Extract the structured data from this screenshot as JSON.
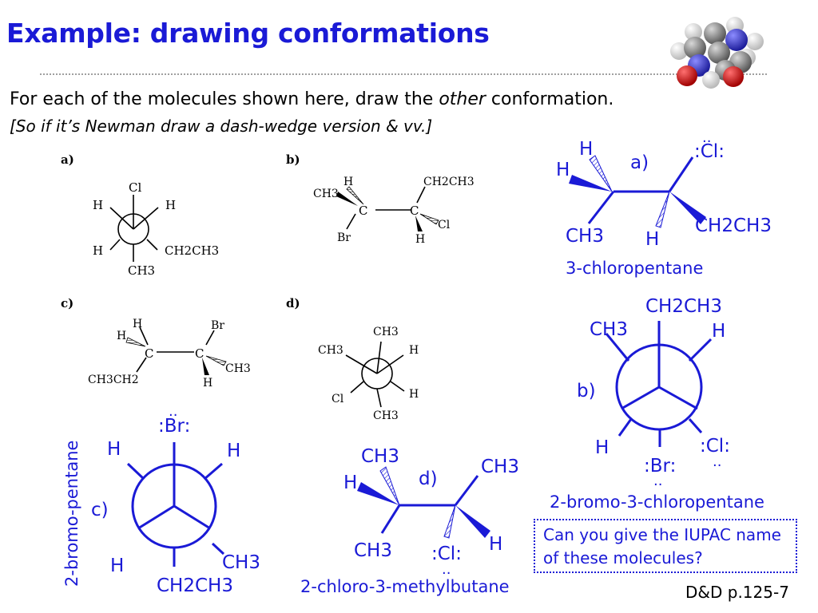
{
  "slide": {
    "title": "Example: drawing conformations",
    "instruction_line1_pre": "For each of the molecules shown here, draw the ",
    "instruction_line1_em": "other",
    "instruction_line1_post": " conformation.",
    "instruction_line2": "[So if it’s Newman draw a dash-wedge version & vv.]",
    "question": "Can you give the IUPAC name of these molecules?",
    "reference": "D&D p.125-7",
    "colors": {
      "title": "#1a1ad6",
      "answers": "#1a1ad6",
      "text": "#000000",
      "rule": "#a0a0a0"
    }
  },
  "logo": {
    "icon": "molecule-space-filling-model-icon",
    "atom_colors": [
      "#808080",
      "#3838c8",
      "#d01010",
      "#f0f0f0"
    ]
  },
  "problems": {
    "a": {
      "label": "a)",
      "front": {
        "top": "Cl",
        "left": "H",
        "right": "H"
      },
      "back": {
        "left": "H",
        "right": "CH2CH3",
        "bottom": "CH3"
      }
    },
    "b": {
      "label": "b)",
      "left_carbon": "C",
      "right_carbon": "C",
      "left_subs": {
        "up_left": "CH3",
        "up": "H",
        "down": "Br"
      },
      "right_subs": {
        "up": "CH2CH3",
        "right": "Cl",
        "down": "H"
      }
    },
    "c": {
      "label": "c)",
      "left_carbon": "C",
      "right_carbon": "C",
      "left_subs": {
        "up": "H",
        "up_left": "H",
        "down_left": "CH3CH2"
      },
      "right_subs": {
        "up": "Br",
        "right": "CH3",
        "down": "H"
      }
    },
    "d": {
      "label": "d)",
      "front": {
        "top": "CH3",
        "left": "CH3",
        "right": "H"
      },
      "back": {
        "left": "Cl",
        "right": "H",
        "bottom": "CH3"
      }
    }
  },
  "answers": {
    "a": {
      "label": "a)",
      "left_up": "H",
      "left_left": "H",
      "left_down": "CH3",
      "right_up": ":Cl:",
      "right_down_left": "H",
      "right_down_right": "CH2CH3",
      "name": "3-chloropentane",
      "dots": ".."
    },
    "b": {
      "label": "b)",
      "top": "CH2CH3",
      "top_left": "CH3",
      "top_right": "H",
      "bottom_left": "H",
      "bottom": ":Br:",
      "bottom_right": ":Cl:",
      "name": "2-bromo-3-chloropentane",
      "dots": ".."
    },
    "c": {
      "label": "c)",
      "top": ":Br:",
      "top_left": "H",
      "top_right": "H",
      "bottom_left": "H",
      "bottom": "CH2CH3",
      "bottom_right": "CH3",
      "name": "2-bromo-pentane",
      "dots": ".."
    },
    "d": {
      "label": "d)",
      "left_up": "CH3",
      "left_left": "H",
      "left_down": "CH3",
      "right_up": "CH3",
      "right_down": ":Cl:",
      "right_right": "H",
      "name": "2-chloro-3-methylbutane",
      "dots": ".."
    }
  }
}
